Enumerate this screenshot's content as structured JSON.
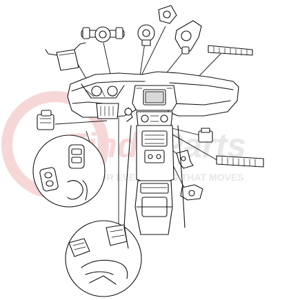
{
  "watermark": {
    "text_part_1": "Find",
    "text_part_2": "Parts",
    "tagline": "FOR EVERYTHING THAT MOVES",
    "colors": {
      "light": "#f6d3d3",
      "dark": "#e4e4e4"
    }
  },
  "diagram": {
    "colors": {
      "line": "#111111",
      "fill": "#ffffff",
      "shade": "#d9d9d9"
    }
  }
}
